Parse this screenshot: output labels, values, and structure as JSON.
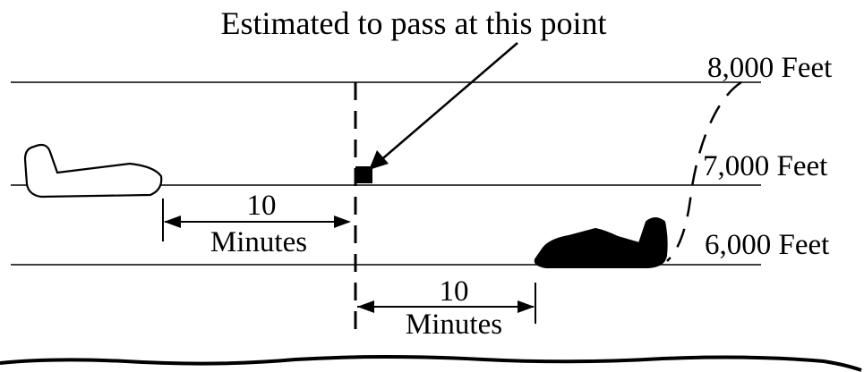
{
  "annotation": "Estimated to pass at this point",
  "altitudes": [
    "8,000 Feet",
    "7,000 Feet",
    "6,000 Feet"
  ],
  "interval_left": {
    "value": "10",
    "unit": "Minutes"
  },
  "interval_right": {
    "value": "10",
    "unit": "Minutes"
  },
  "colors": {
    "ink": "#000000",
    "paper": "#ffffff"
  },
  "icons": [
    "airplane-outline-icon",
    "airplane-solid-icon",
    "reporting-point-marker-icon"
  ]
}
